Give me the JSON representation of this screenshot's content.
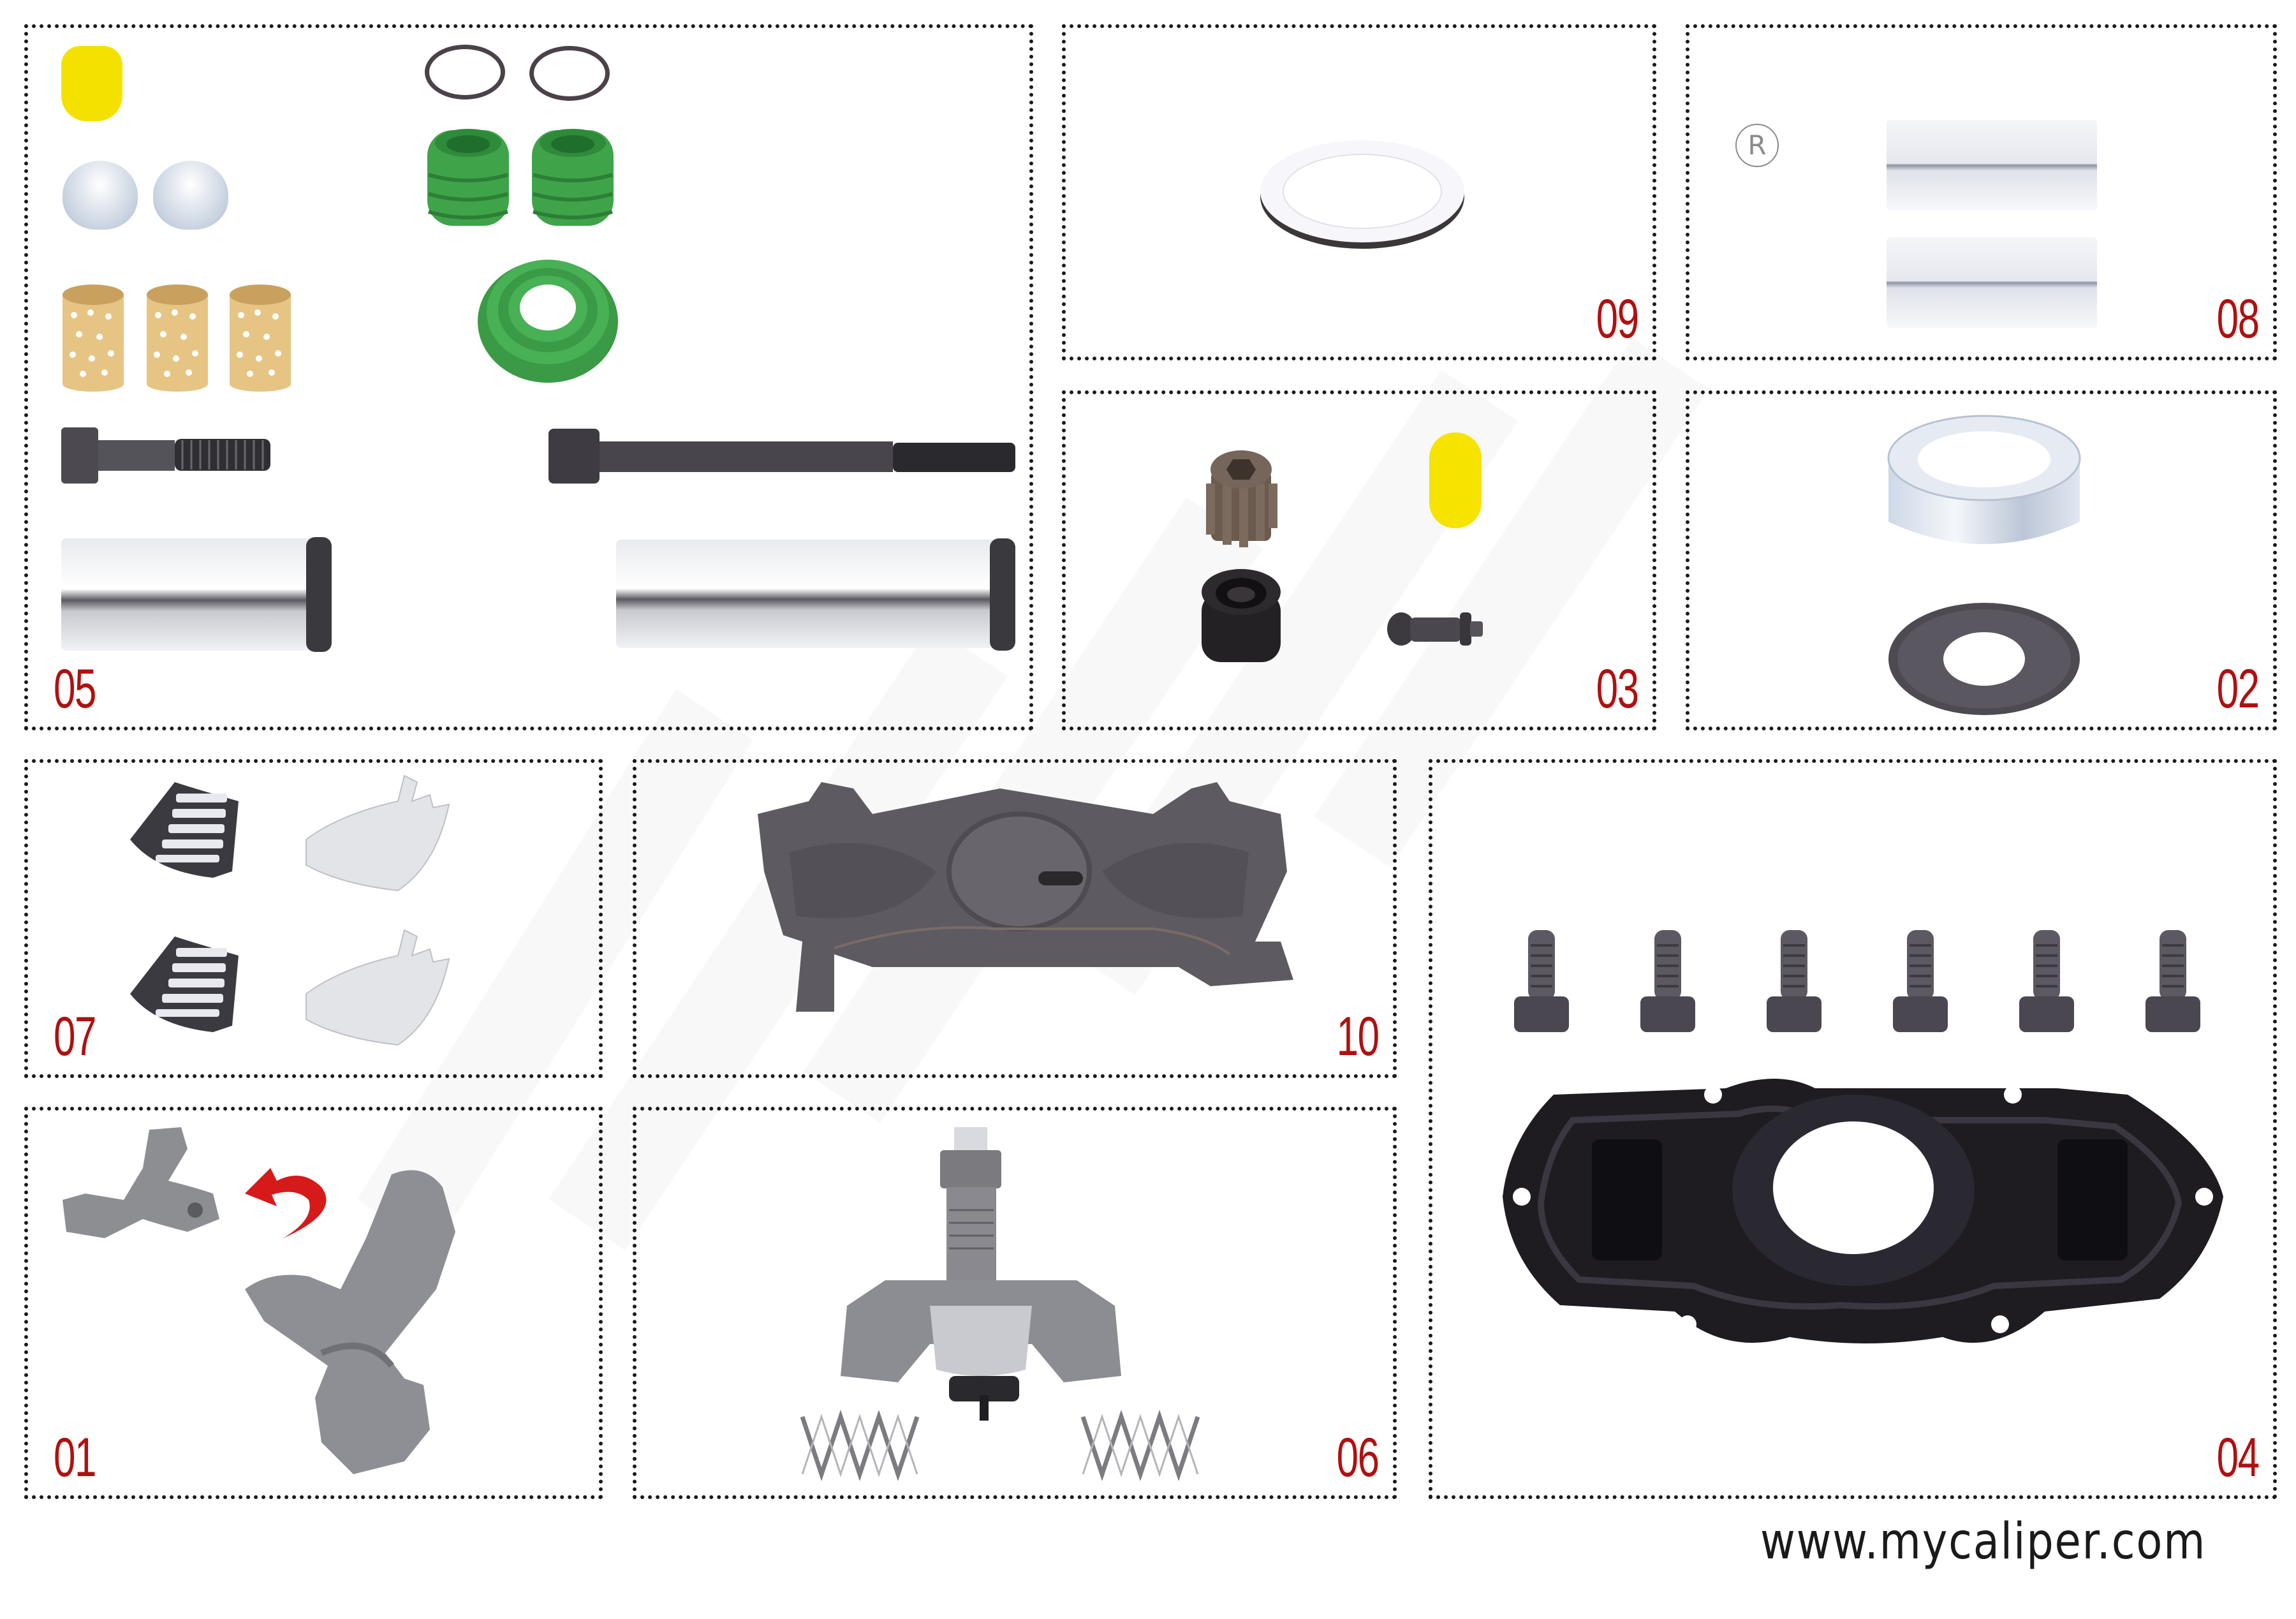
{
  "panels": [
    {
      "id": "05",
      "label": "05",
      "contents": [
        "yellow-cap",
        "metal-cap",
        "metal-cap",
        "o-ring",
        "o-ring",
        "green-boot",
        "green-boot",
        "green-bellows-seal",
        "bronze-bushing",
        "bronze-bushing",
        "bronze-bushing",
        "guide-bolt-short",
        "guide-bolt-long",
        "guide-pin-short",
        "guide-pin-long"
      ]
    },
    {
      "id": "09",
      "label": "09",
      "contents": [
        "ptfe-ring"
      ]
    },
    {
      "id": "08",
      "label": "08",
      "contents": [
        "slide-sleeve",
        "slide-sleeve"
      ]
    },
    {
      "id": "03",
      "label": "03",
      "contents": [
        "adjuster-gear",
        "yellow-cap",
        "rubber-seal-cup",
        "adjuster-pin"
      ]
    },
    {
      "id": "02",
      "label": "02",
      "contents": [
        "metal-dust-cap",
        "thrust-washer"
      ]
    },
    {
      "id": "07",
      "label": "07",
      "contents": [
        "needle-bearing-cage",
        "bearing-shell",
        "needle-bearing-cage",
        "bearing-shell"
      ]
    },
    {
      "id": "10",
      "label": "10",
      "contents": [
        "pressure-plate"
      ]
    },
    {
      "id": "04",
      "label": "04",
      "contents": [
        "cap-screw",
        "cap-screw",
        "cap-screw",
        "cap-screw",
        "cap-screw",
        "cap-screw",
        "cover-plate-gasket"
      ]
    },
    {
      "id": "01",
      "label": "01",
      "contents": [
        "lever-arm-small",
        "rotate-arrow",
        "lever-arm-large"
      ]
    },
    {
      "id": "06",
      "label": "06",
      "contents": [
        "adjuster-mechanism",
        "spring",
        "spring"
      ]
    }
  ],
  "registered_mark": "R",
  "footer": {
    "url": "www.mycaliper.com"
  },
  "colors": {
    "label": "#b01010",
    "border": "#1a1a1a",
    "green_rubber": "#3fa34a",
    "bronze": "#e2c27a",
    "steel": "#c9ccd2",
    "dark_metal": "#55525a",
    "arrow": "#d61a1a"
  }
}
